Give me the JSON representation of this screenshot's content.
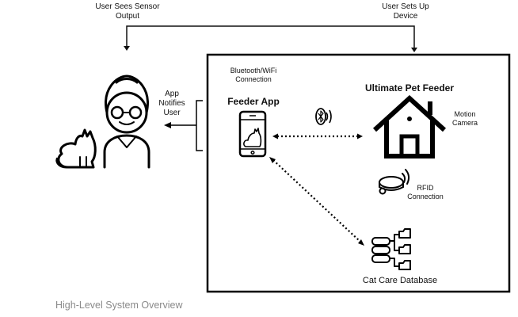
{
  "labels": {
    "user_sees": [
      "User Sees Sensor",
      "Output"
    ],
    "user_sets": [
      "User Sets Up",
      "Device"
    ],
    "app_notifies": [
      "App",
      "Notifies",
      "User"
    ],
    "connection": [
      "Bluetooth/WiFi",
      "Connection"
    ],
    "feeder_app": "Feeder App",
    "pet_feeder": "Ultimate Pet Feeder",
    "motion": [
      "Motion",
      "Camera"
    ],
    "rfid": [
      "RFID",
      "Connection"
    ],
    "database": "Cat Care Database"
  },
  "caption": "High-Level System Overview",
  "icons": [
    "user-icon",
    "cat-icon",
    "smartphone-icon",
    "bluetooth-icon",
    "house-icon",
    "rfid-collar-icon",
    "database-icon"
  ]
}
